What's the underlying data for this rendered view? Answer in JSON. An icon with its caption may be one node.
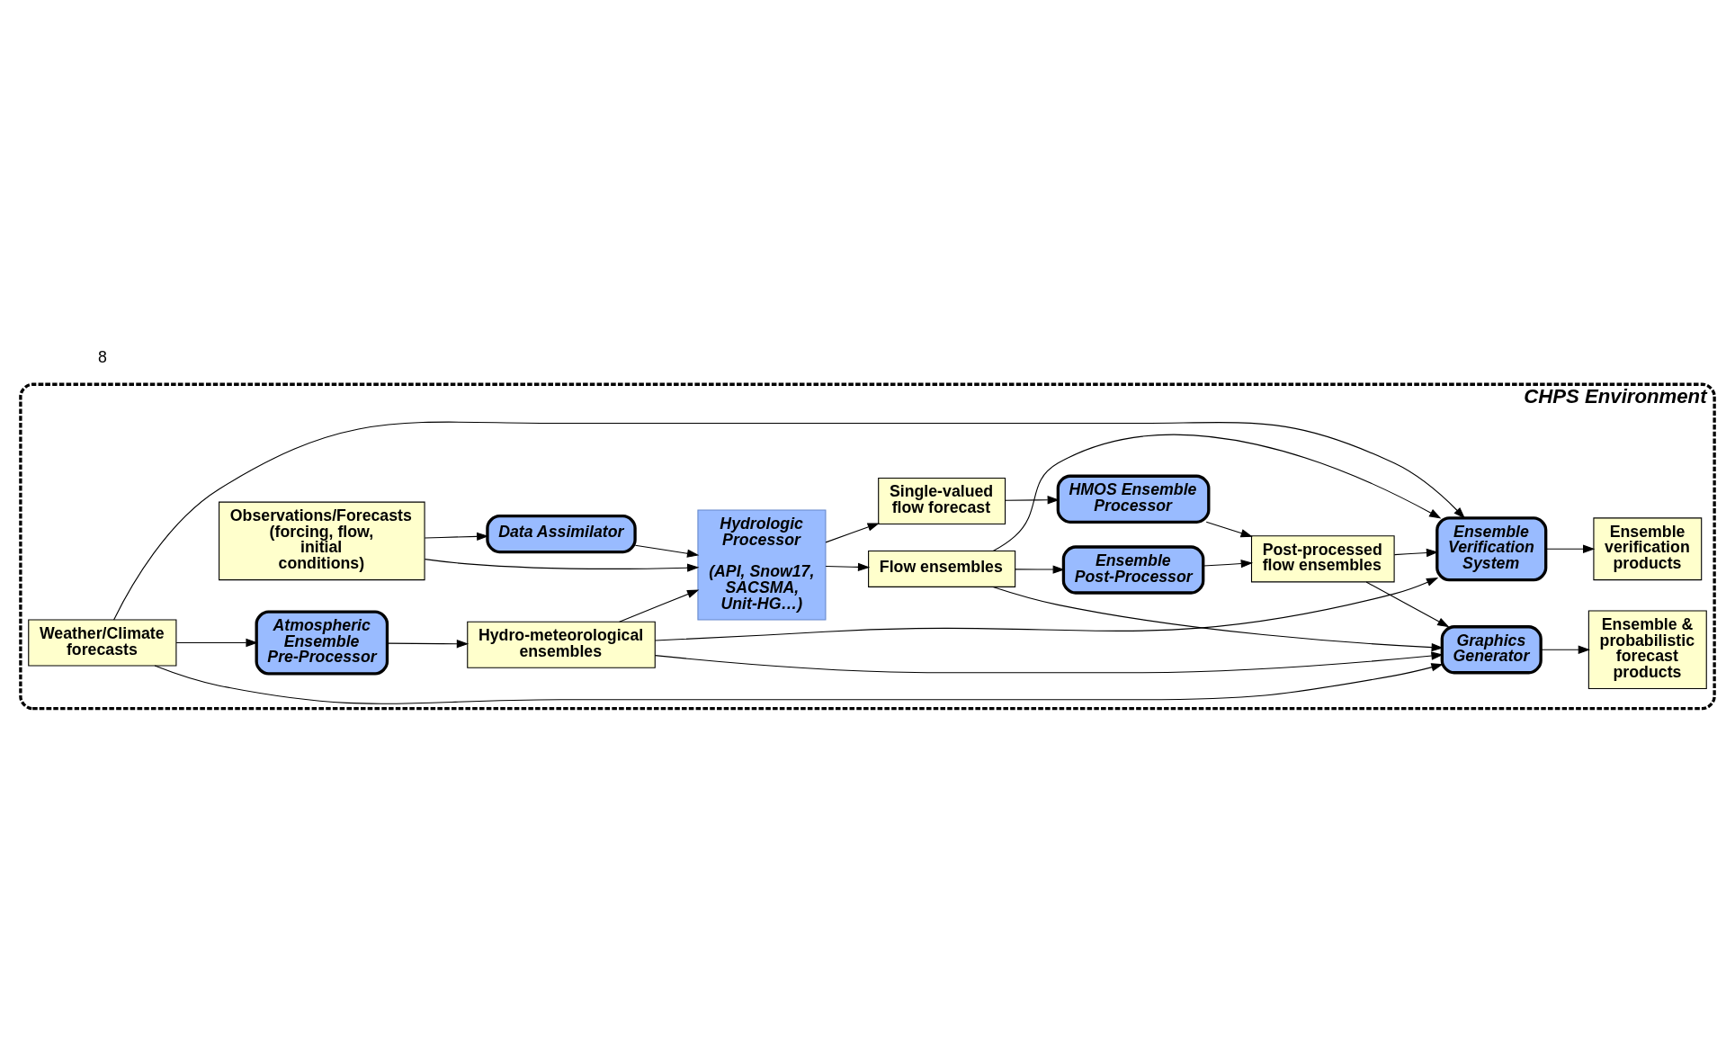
{
  "diagram": {
    "nodes": [
      {
        "text": [
          "CHPS Environment"
        ]
      },
      {
        "text": [
          "Observations/Forecasts (forcing, flow, initial conditions)"
        ],
        "in": 0
      },
      {
        "text": [
          "Data Assimilator"
        ],
        "in": 0
      },
      {
        "text": [
          "Hydrologic Processor",
          "(API, Snow17, SACSMA, Unit-HG…)"
        ],
        "in": 0
      },
      {
        "text": [
          "Single-valued flow forecast"
        ],
        "in": 0
      },
      {
        "text": [
          "HMOS Ensemble Processor"
        ],
        "in": 0
      },
      {
        "text": [
          "Post-processed flow ensembles"
        ],
        "in": 0
      },
      {
        "text": [
          "Atmospheric Ensemble Pre-Processor"
        ],
        "in": 0
      },
      {
        "text": [
          "Hydro-meteorological ensembles"
        ],
        "in": 0
      },
      {
        "text": [
          "Flow ensembles"
        ],
        "in": 0
      },
      {
        "text": [
          "Ensemble Post-Processor"
        ],
        "in": 0
      },
      {
        "text": [
          "Weather/Climate forecasts"
        ],
        "in": 0
      },
      {
        "text": [
          "Ensemble Verification System"
        ],
        "in": 0
      },
      {
        "text": [
          "Graphics Generator"
        ],
        "in": 0
      },
      {
        "text": [
          "Ensemble verification products"
        ],
        "in": 0
      },
      {
        "text": [
          "Ensemble & probabilistic forecast products"
        ],
        "in": 0
      }
    ],
    "edges": [
      {
        "from": 1,
        "to": 2,
        "arrow": "to"
      },
      {
        "from": 1,
        "to": 3,
        "arrow": "to"
      },
      {
        "from": 2,
        "to": 3,
        "arrow": "to"
      },
      {
        "from": 3,
        "to": 4,
        "arrow": "to"
      },
      {
        "from": 4,
        "to": 5,
        "arrow": "to"
      },
      {
        "from": 5,
        "to": 6,
        "arrow": "to"
      },
      {
        "from": 11,
        "to": 7,
        "arrow": "to"
      },
      {
        "from": 7,
        "to": 8,
        "arrow": "to"
      },
      {
        "from": 8,
        "to": 3,
        "arrow": "to"
      },
      {
        "from": 3,
        "to": 9,
        "arrow": "to"
      },
      {
        "from": 9,
        "to": 10,
        "arrow": "to"
      },
      {
        "from": 10,
        "to": 6,
        "arrow": "to"
      },
      {
        "from": 11,
        "to": 12,
        "arrow": "to"
      },
      {
        "from": 8,
        "to": 12,
        "arrow": "to"
      },
      {
        "from": 9,
        "to": 12,
        "arrow": "to"
      },
      {
        "from": 6,
        "to": 12,
        "arrow": "to"
      },
      {
        "from": 11,
        "to": 13,
        "arrow": "to"
      },
      {
        "from": 8,
        "to": 13,
        "arrow": "to"
      },
      {
        "from": 9,
        "to": 13,
        "arrow": "to"
      },
      {
        "from": 6,
        "to": 13,
        "arrow": "to"
      },
      {
        "from": 12,
        "to": 14,
        "arrow": "to"
      },
      {
        "from": 13,
        "to": 15,
        "arrow": "to"
      }
    ],
    "labels": [
      "8"
    ]
  }
}
